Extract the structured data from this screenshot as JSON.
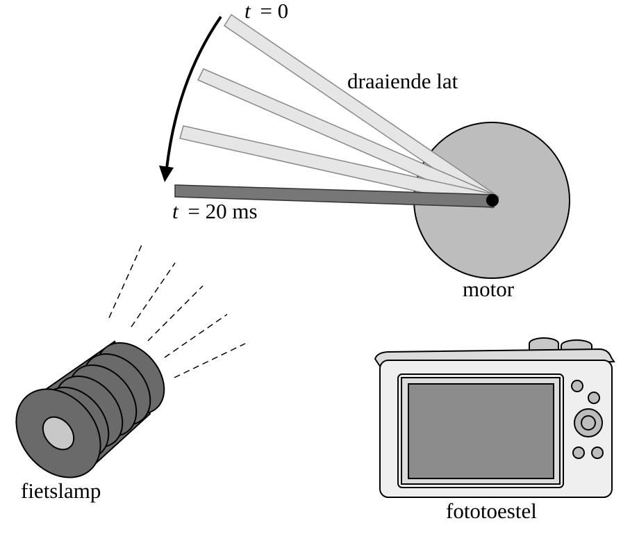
{
  "labels": {
    "t_start_var": "t",
    "t_start_rest": "= 0",
    "rotating_bar": "draaiende lat",
    "t_end_var": "t",
    "t_end_rest": "= 20 ms",
    "motor": "motor",
    "bike_lamp": "fietslamp",
    "camera": "fototoestel"
  },
  "colors": {
    "faded_bar_fill": "#e6e6e6",
    "faded_bar_stroke": "#888888",
    "final_bar_fill": "#777777",
    "motor_disc": "#bdbdbd",
    "lamp_body": "#6a6a6a",
    "lamp_lens": "#c8c8c8",
    "camera_body": "#efefef",
    "camera_screen": "#8c8c8c"
  }
}
